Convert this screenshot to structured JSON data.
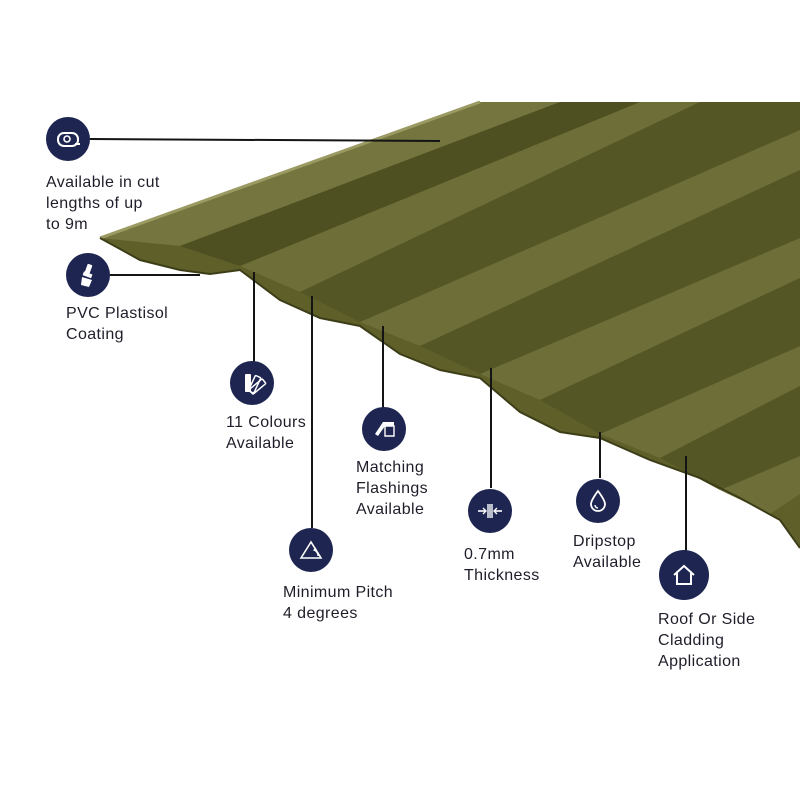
{
  "product": {
    "colors": {
      "sheet_top": "#6b6b33",
      "sheet_face": "#5f5f2a",
      "sheet_shadow": "#4f5021",
      "sheet_ridge": "#8a8a52",
      "icon_circle": "#1d2550",
      "leader_line": "#141414"
    }
  },
  "features": [
    {
      "id": "cut-lengths",
      "icon": "tape-measure-icon",
      "lines": [
        "Available in cut",
        "lengths of up",
        "to 9m"
      ]
    },
    {
      "id": "coating",
      "icon": "paint-brush-icon",
      "lines": [
        "PVC Plastisol",
        "Coating"
      ]
    },
    {
      "id": "colours",
      "icon": "colour-swatch-icon",
      "lines": [
        "11 Colours",
        "Available"
      ]
    },
    {
      "id": "flashings",
      "icon": "flashing-corner-icon",
      "lines": [
        "Matching",
        "Flashings",
        "Available"
      ]
    },
    {
      "id": "pitch",
      "icon": "pitch-angle-icon",
      "lines": [
        "Minimum Pitch",
        "4 degrees"
      ]
    },
    {
      "id": "thickness",
      "icon": "thickness-icon",
      "lines": [
        "0.7mm",
        "Thickness"
      ]
    },
    {
      "id": "dripstop",
      "icon": "water-drop-icon",
      "lines": [
        "Dripstop",
        "Available"
      ]
    },
    {
      "id": "cladding",
      "icon": "house-icon",
      "lines": [
        "Roof Or Side",
        "Cladding",
        "Application"
      ]
    }
  ]
}
